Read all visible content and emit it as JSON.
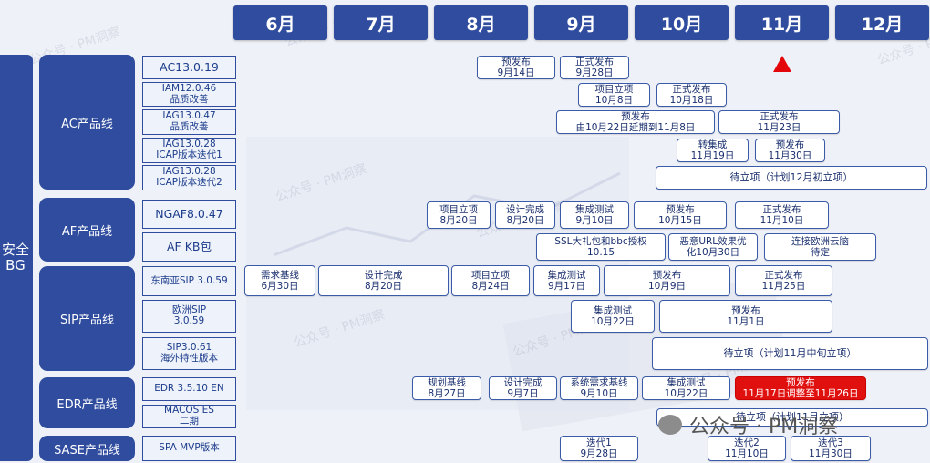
{
  "months": [
    "6月",
    "7月",
    "8月",
    "9月",
    "10月",
    "11月",
    "12月"
  ],
  "bg_label": "安全\nBG",
  "product_lines": [
    {
      "name": "AC产品线"
    },
    {
      "name": "AF产品线"
    },
    {
      "name": "SIP产品线"
    },
    {
      "name": "EDR产品线"
    },
    {
      "name": "SASE产品线"
    }
  ],
  "products": [
    {
      "text": "AC13.0.19"
    },
    {
      "text": "IAM12.0.46\n品质改善"
    },
    {
      "text": "IAG13.0.47\n品质改善"
    },
    {
      "text": "IAG13.0.28\nICAP版本迭代1"
    },
    {
      "text": "IAG13.0.28\nICAP版本迭代2"
    },
    {
      "text": "NGAF8.0.47"
    },
    {
      "text": "AF KB包"
    },
    {
      "text": "东南亚SIP 3.0.59"
    },
    {
      "text": "欧洲SIP\n3.0.59"
    },
    {
      "text": "SIP3.0.61\n海外特性版本"
    },
    {
      "text": "EDR 3.5.10 EN"
    },
    {
      "text": "MACOS ES\n二期"
    },
    {
      "text": "SPA MVP版本"
    }
  ],
  "events": [
    {
      "text": "预发布\n9月14日"
    },
    {
      "text": "正式发布\n9月28日"
    },
    {
      "text": "项目立项\n10月8日"
    },
    {
      "text": "正式发布\n10月18日"
    },
    {
      "text": "预发布\n由10月22日延期到11月8日"
    },
    {
      "text": "正式发布\n11月23日"
    },
    {
      "text": "转集成\n11月19日"
    },
    {
      "text": "预发布\n11月30日"
    },
    {
      "text": "待立项（计划12月初立项）"
    },
    {
      "text": "项目立项\n8月20日"
    },
    {
      "text": "设计完成\n8月20日"
    },
    {
      "text": "集成测试\n9月10日"
    },
    {
      "text": "预发布\n10月15日"
    },
    {
      "text": "正式发布\n11月10日"
    },
    {
      "text": "SSL大礼包和bbc授权\n10.15"
    },
    {
      "text": "恶意URL效果优\n化10月30日"
    },
    {
      "text": "连接欧洲云脑\n待定"
    },
    {
      "text": "需求基线\n6月30日"
    },
    {
      "text": "设计完成\n8月20日"
    },
    {
      "text": "项目立项\n8月24日"
    },
    {
      "text": "集成测试\n9月17日"
    },
    {
      "text": "预发布\n10月9日"
    },
    {
      "text": "正式发布\n11月25日"
    },
    {
      "text": "集成测试\n10月22日"
    },
    {
      "text": "预发布\n11月1日"
    },
    {
      "text": "待立项（计划11月中旬立项）"
    },
    {
      "text": "规划基线\n8月27日"
    },
    {
      "text": "设计完成\n9月7日"
    },
    {
      "text": "系统需求基线\n9月10日"
    },
    {
      "text": "集成测试\n10月22日"
    },
    {
      "text": "预发布\n11月17日调整至11月26日"
    },
    {
      "text": "待立项（计划11月立项）"
    },
    {
      "text": "迭代1\n9月28日"
    },
    {
      "text": "迭代2\n11月10日"
    },
    {
      "text": "迭代3\n11月30日"
    }
  ],
  "watermark": "公众号 · PM洞察",
  "colors": {
    "navy": "#2f4c9e",
    "alert": "#e0100f"
  }
}
